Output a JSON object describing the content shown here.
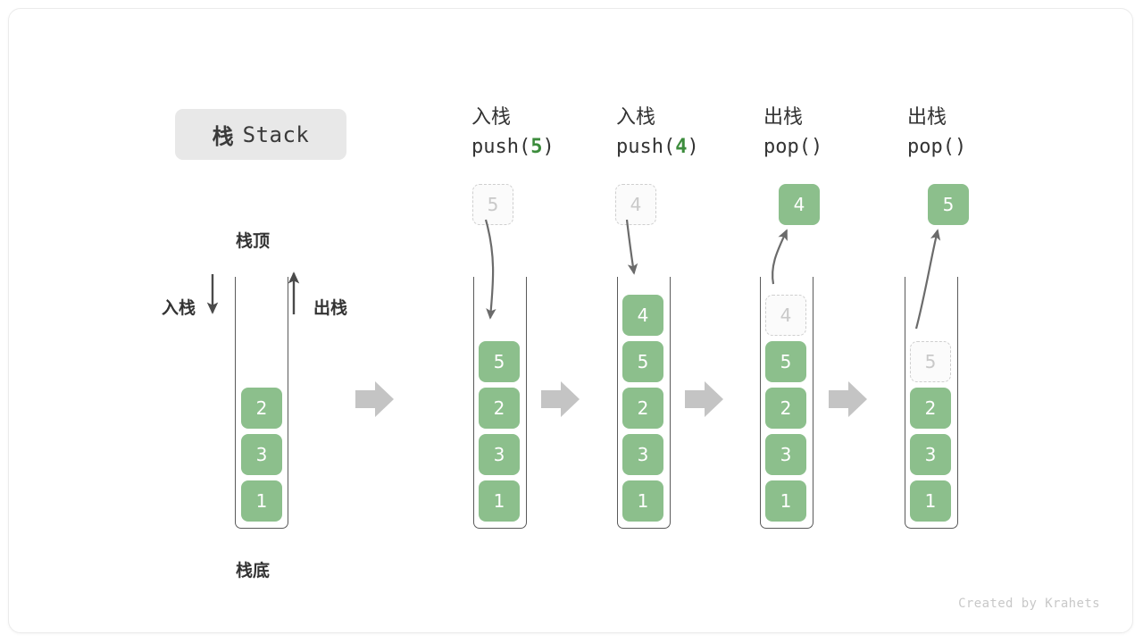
{
  "title": {
    "cjk": "栈",
    "en": "Stack"
  },
  "main_stack": {
    "top_label": "栈顶",
    "bottom_label": "栈底",
    "push_label": "入栈",
    "pop_label": "出栈",
    "items": [
      "2",
      "3",
      "1"
    ]
  },
  "columns": [
    {
      "id": "push-5",
      "op_cjk": "入栈",
      "code_prefix": "push(",
      "code_arg": "5",
      "code_suffix": ")",
      "floating": {
        "value": "5",
        "style": "ghost"
      },
      "arrow": "down-into-stack",
      "items": [
        {
          "value": "5",
          "style": "solid"
        },
        {
          "value": "2",
          "style": "solid"
        },
        {
          "value": "3",
          "style": "solid"
        },
        {
          "value": "1",
          "style": "solid"
        }
      ]
    },
    {
      "id": "push-4",
      "op_cjk": "入栈",
      "code_prefix": "push(",
      "code_arg": "4",
      "code_suffix": ")",
      "floating": {
        "value": "4",
        "style": "ghost"
      },
      "arrow": "down-into-stack",
      "items": [
        {
          "value": "4",
          "style": "solid"
        },
        {
          "value": "5",
          "style": "solid"
        },
        {
          "value": "2",
          "style": "solid"
        },
        {
          "value": "3",
          "style": "solid"
        },
        {
          "value": "1",
          "style": "solid"
        }
      ]
    },
    {
      "id": "pop-1",
      "op_cjk": "出栈",
      "code_prefix": "pop(",
      "code_arg": "",
      "code_suffix": ")",
      "floating": {
        "value": "4",
        "style": "solid"
      },
      "arrow": "up-out-of-stack",
      "items": [
        {
          "value": "4",
          "style": "ghost"
        },
        {
          "value": "5",
          "style": "solid"
        },
        {
          "value": "2",
          "style": "solid"
        },
        {
          "value": "3",
          "style": "solid"
        },
        {
          "value": "1",
          "style": "solid"
        }
      ]
    },
    {
      "id": "pop-2",
      "op_cjk": "出栈",
      "code_prefix": "pop(",
      "code_arg": "",
      "code_suffix": ")",
      "floating": {
        "value": "5",
        "style": "solid"
      },
      "arrow": "up-out-of-stack",
      "items": [
        {
          "value": "5",
          "style": "ghost"
        },
        {
          "value": "2",
          "style": "solid"
        },
        {
          "value": "3",
          "style": "solid"
        },
        {
          "value": "1",
          "style": "solid"
        }
      ]
    }
  ],
  "step_arrows": 4,
  "watermark": "Created by Krahets",
  "colors": {
    "green": "#8cbf8c",
    "green_text": "#3c8c3c",
    "ghost_border": "#cfcfcf",
    "ghost_text": "#c9c9c9",
    "wall": "#5a5a5a",
    "step_arrow": "#c4c4c4",
    "badge_bg": "#e8e8e8"
  }
}
